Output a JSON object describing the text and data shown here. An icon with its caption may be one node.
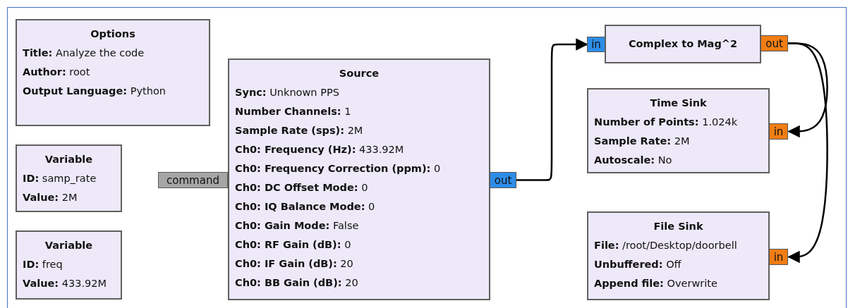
{
  "diagram": {
    "nodes": [
      {
        "text": [
          "Options",
          "**Title:** Analyze the code",
          "**Author:** root",
          "**Output Language:** Python"
        ]
      },
      {
        "text": [
          "Variable",
          "**ID:** samp_rate",
          "**Value:** 2M"
        ]
      },
      {
        "text": [
          "Variable",
          "**ID:** freq",
          "**Value:** 433.92M"
        ]
      },
      {
        "text": [
          "Source",
          "**Sync:** Unknown PPS",
          "**Number Channels:** 1",
          "**Sample Rate (sps):** 2M",
          "**Ch0: Frequency (Hz):** 433.92M",
          "**Ch0: Frequency Correction (ppm):** 0",
          "**Ch0: DC Offset Mode:** 0",
          "**Ch0: IQ Balance Mode:** 0",
          "**Ch0: Gain Mode:** False",
          "**Ch0: RF Gain (dB):** 0",
          "**Ch0: IF Gain (dB):** 20",
          "**Ch0: BB Gain (dB):** 20"
        ]
      },
      {
        "text": [
          "command"
        ]
      },
      {
        "text": [
          "out"
        ]
      },
      {
        "text": [
          "in"
        ]
      },
      {
        "text": [
          "Complex to Mag^2"
        ]
      },
      {
        "text": [
          "out"
        ]
      },
      {
        "text": [
          "Time Sink",
          "**Number of Points:** 1.024k",
          "**Sample Rate:** 2M",
          "**Autoscale:** No"
        ]
      },
      {
        "text": [
          "in"
        ]
      },
      {
        "text": [
          "File Sink",
          "**File:** /root/Desktop/doorbell",
          "**Unbuffered:** Off",
          "**Append file:** Overwrite"
        ]
      },
      {
        "text": [
          "in"
        ]
      }
    ],
    "edges": [
      {
        "from": 5,
        "to": 6,
        "arrow": "to"
      },
      {
        "from": 8,
        "to": 10,
        "arrow": "to"
      },
      {
        "from": 8,
        "to": 12,
        "arrow": "to"
      }
    ]
  }
}
